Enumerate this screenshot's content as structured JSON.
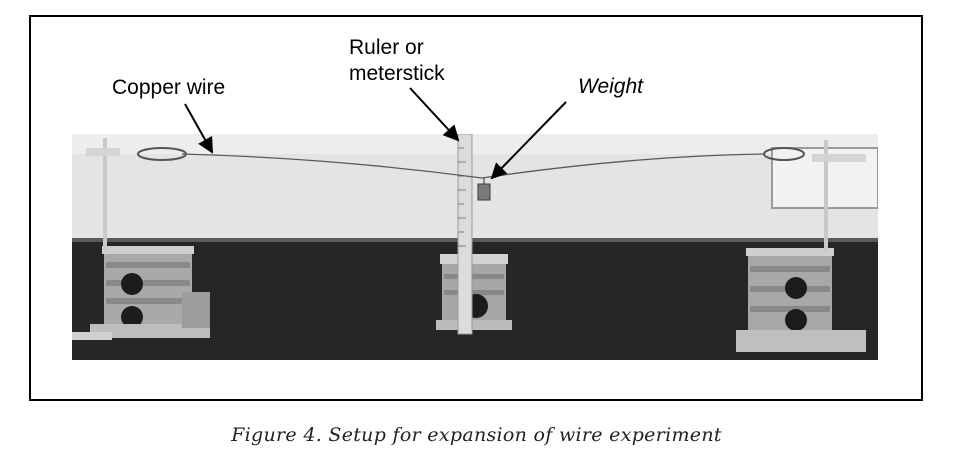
{
  "labels": {
    "copper_wire": "Copper wire",
    "ruler_line1": "Ruler or",
    "ruler_line2": "meterstick",
    "weight": "Weight"
  },
  "caption": "Figure 4. Setup for expansion of wire experiment",
  "photo": {
    "description_colors": {
      "wall": "#e6e6e6",
      "table": "#262626",
      "stand": "#bdbdbd"
    }
  }
}
